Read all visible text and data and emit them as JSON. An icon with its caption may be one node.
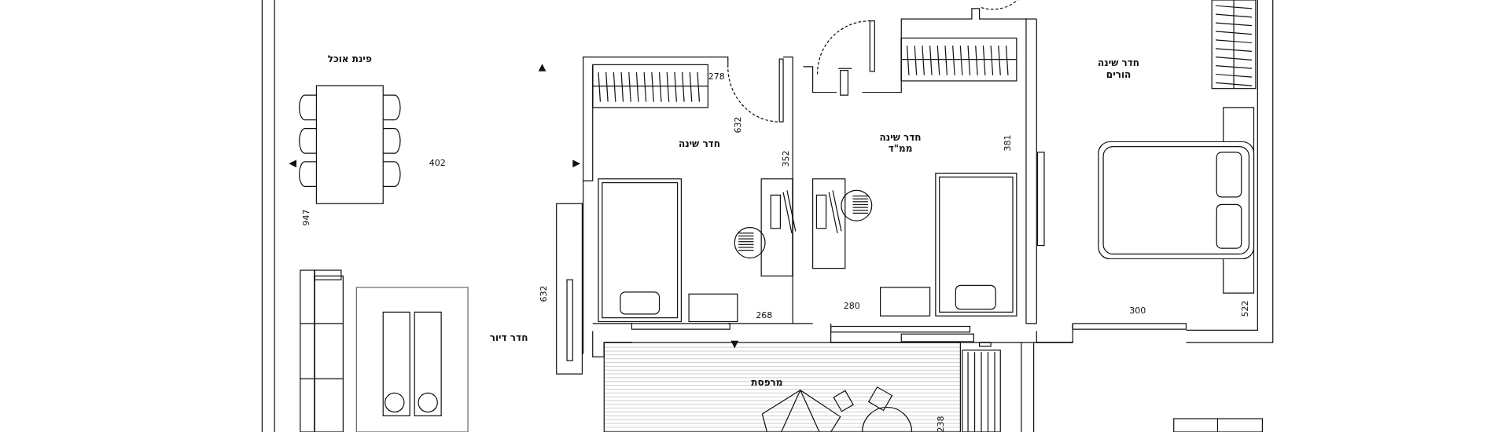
{
  "diagram": {
    "labels": [
      "פינת אוכל",
      "חדר שינה הורים",
      "278",
      "632",
      "חדר שינה ממ\"ד",
      "381",
      "חדר שינה",
      "352",
      "402",
      "947",
      "632",
      "280",
      "300",
      "522",
      "268",
      "חדר דיור",
      "מרפסת",
      "238"
    ]
  }
}
